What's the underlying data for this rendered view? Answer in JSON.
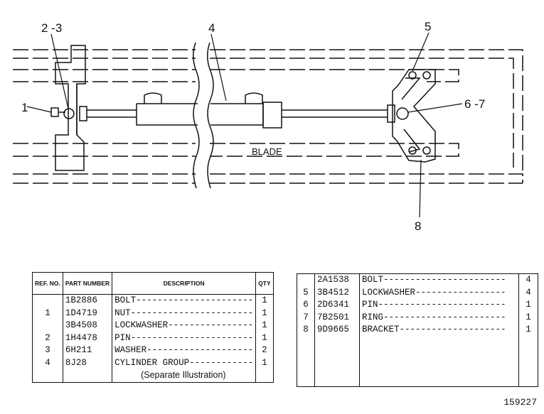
{
  "diagram": {
    "callouts": [
      "2 -3",
      "4",
      "5",
      "1",
      "6 -7",
      "8"
    ],
    "blade_label": "BLADE"
  },
  "table_left": {
    "headers": {
      "ref": "REF. NO.",
      "part": "PART NUMBER",
      "description": "DESCRIPTION",
      "qty": "QTY"
    },
    "rows": [
      {
        "ref": "",
        "part": "1B2886",
        "description": "BOLT----------------------",
        "qty": "1"
      },
      {
        "ref": "1",
        "part": "1D4719",
        "description": "NUT-----------------------",
        "qty": "1"
      },
      {
        "ref": "",
        "part": "3B4508",
        "description": "LOCKWASHER----------------",
        "qty": "1"
      },
      {
        "ref": "2",
        "part": "1H4478",
        "description": "PIN-----------------------",
        "qty": "1"
      },
      {
        "ref": "3",
        "part": "6H211",
        "description": "WASHER--------------------",
        "qty": "2"
      },
      {
        "ref": "4",
        "part": "8J28",
        "description": "CYLINDER GROUP------------",
        "qty": "1"
      },
      {
        "ref": "",
        "part": "",
        "description": "(Separate Illustration)",
        "qty": ""
      }
    ]
  },
  "table_right": {
    "rows": [
      {
        "ref": "",
        "part": "2A1538",
        "description": "BOLT-----------------------",
        "qty": "4"
      },
      {
        "ref": "5",
        "part": "3B4512",
        "description": "LOCKWASHER-----------------",
        "qty": "4"
      },
      {
        "ref": "6",
        "part": "2D6341",
        "description": "PIN------------------------",
        "qty": "1"
      },
      {
        "ref": "7",
        "part": "7B2501",
        "description": "RING-----------------------",
        "qty": "1"
      },
      {
        "ref": "8",
        "part": "9D9665",
        "description": "BRACKET--------------------",
        "qty": "1"
      }
    ]
  },
  "drawing_number": "159227"
}
